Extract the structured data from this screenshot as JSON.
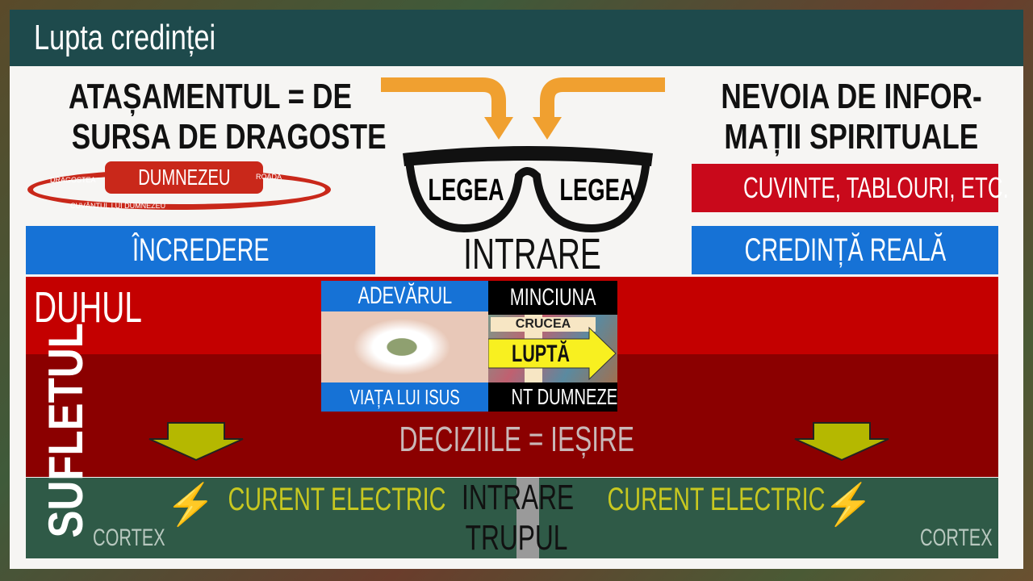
{
  "title": "Lupta credinței",
  "left": {
    "heading_line1": "ATAȘAMENTUL = DE",
    "heading_line2": "SURSA DE DRAGOSTE",
    "diagram": {
      "center": "DUMNEZEU",
      "left_label": "DRAGOSTEA",
      "right_label": "ROADĂ",
      "bottom_label": "CUVÂNTUL LUI DUMNEZEU"
    },
    "box": "ÎNCREDERE"
  },
  "center": {
    "lens_left": "LEGEA",
    "lens_right": "LEGEA",
    "intrare": "INTRARE"
  },
  "right": {
    "heading_line1": "NEVOIA DE INFOR-",
    "heading_line2": "MAȚII SPIRITUALE",
    "red_box": "CUVINTE, TABLOURI, ETC.",
    "blue_box": "CREDINȚĂ REALĂ"
  },
  "bands": {
    "duhul": "DUHUL",
    "sufletul": "SUFLETUL",
    "decizii": "DECIZIILE = IEȘIRE",
    "curent_left": "CURENT ELECTRIC",
    "curent_right": "CURENT ELECTRIC",
    "cortex_left": "CORTEX",
    "cortex_right": "CORTEX",
    "intrare": "INTRARE",
    "trupul": "TRUPUL"
  },
  "collage": {
    "top_left": "ADEVĂRUL",
    "bottom_left": "VIAȚA LUI ISUS",
    "top_right": "MINCIUNA",
    "cross": "CRUCEA",
    "arrow": "LUPTĂ",
    "bottom_right": "NT DUMNEZEU"
  },
  "colors": {
    "title_bar": "#1e4a4c",
    "blue": "#1672d6",
    "red": "#c9091b",
    "dark_red": "#8b0000",
    "green": "#2f5a47",
    "orange": "#f0a030",
    "olive": "#b5b800"
  }
}
